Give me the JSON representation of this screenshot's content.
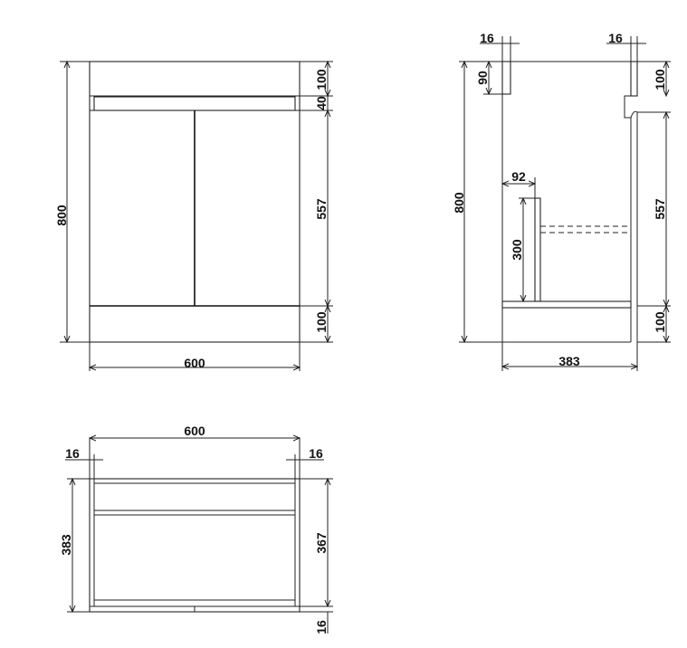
{
  "front_view": {
    "width_label": "600",
    "height_label": "800",
    "top_rail_label": "100",
    "gap_label": "40",
    "door_label": "557",
    "plinth_label": "100"
  },
  "side_view": {
    "left_thickness_label": "16",
    "right_thickness_label": "16",
    "top_inner_label": "90",
    "top_label": "100",
    "height_label": "800",
    "shelf_offset_label": "92",
    "shelf_height_label": "300",
    "door_label": "557",
    "plinth_label": "100",
    "depth_label": "383"
  },
  "plan_view": {
    "width_label": "600",
    "left_thickness_label": "16",
    "right_thickness_label": "16",
    "depth_label": "383",
    "inner_depth_label": "367",
    "back_label": "16"
  },
  "colors": {
    "line": "#222222",
    "background": "#ffffff"
  }
}
